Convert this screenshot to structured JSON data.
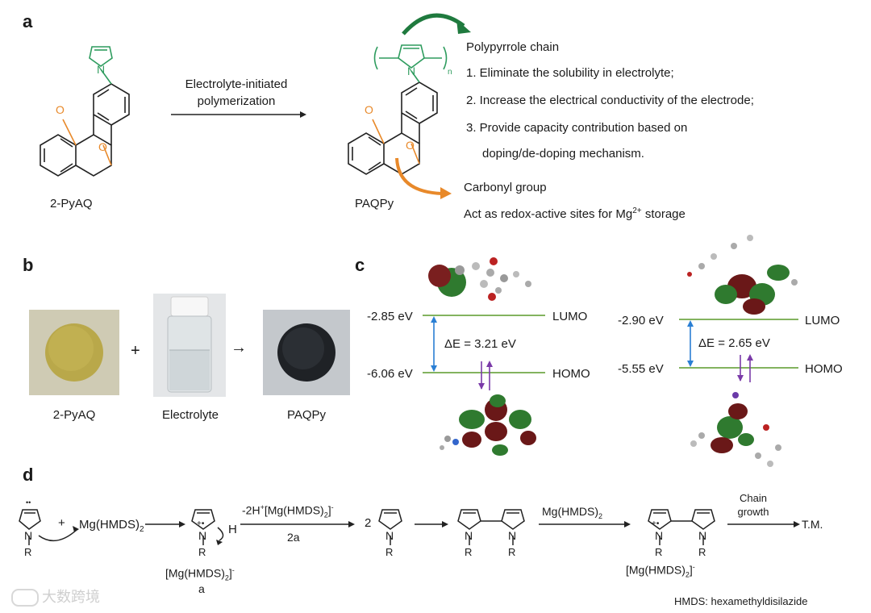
{
  "panels": {
    "a": "a",
    "b": "b",
    "c": "c",
    "d": "d"
  },
  "panel_a": {
    "reactant": "2-PyAQ",
    "product": "PAQPy",
    "arrow_line1": "Electrolyte-initiated",
    "arrow_line2": "polymerization",
    "polymer_n": "n",
    "poly_title": "Polypyrrole chain",
    "poly_points": [
      "1. Eliminate the solubility in electrolyte;",
      "2. Increase the electrical conductivity of the electrode;",
      "3. Provide capacity contribution based on",
      "doping/de-doping mechanism."
    ],
    "carbonyl_title": "Carbonyl group",
    "carbonyl_text_pre": "Act as redox-active sites for Mg",
    "carbonyl_sup": "2+",
    "carbonyl_text_post": " storage",
    "atom_N": "N",
    "atom_O": "O"
  },
  "panel_b": {
    "labels": [
      "2-PyAQ",
      "Electrolyte",
      "PAQPy"
    ],
    "plus": "+",
    "arrow": "→"
  },
  "panel_c": {
    "left": {
      "lumo_value": "-2.85 eV",
      "homo_value": "-6.06 eV",
      "gap": "ΔE = 3.21 eV",
      "lumo": "LUMO",
      "homo": "HOMO"
    },
    "right": {
      "lumo_value": "-2.90 eV",
      "homo_value": "-5.55 eV",
      "gap": "ΔE = 2.65 eV",
      "lumo": "LUMO",
      "homo": "HOMO"
    }
  },
  "panel_d": {
    "plus": "+",
    "mg_main": "Mg(HMDS)",
    "sub2": "2",
    "step1_reagent_pre": "-2H",
    "step1_sup": "+",
    "step1_reagent_mid": "[Mg(HMDS)",
    "step1_reagent_end": "]",
    "step1_sup2": "-",
    "step1_below": "2a",
    "counterion": "[Mg(HMDS)",
    "counterion_end": "]",
    "counterion_sup": "-",
    "label_a": "a",
    "coef_2": "2",
    "H": "H",
    "N": "N",
    "R": "R",
    "radical_cation": "+•",
    "dots": "••",
    "mg_reagent": "Mg(HMDS)",
    "chain_growth_1": "Chain",
    "chain_growth_2": "growth",
    "final": "T.M.",
    "footnote": "HMDS: hexamethyldisilazide"
  },
  "watermark": "大数跨境",
  "colors": {
    "green": "#2e9c5e",
    "orange": "#e8892a",
    "dark_green_arrow": "#1f7a3e",
    "blue": "#2a7fd4",
    "purple": "#7a3aa8",
    "level": "#5a9a2a"
  }
}
